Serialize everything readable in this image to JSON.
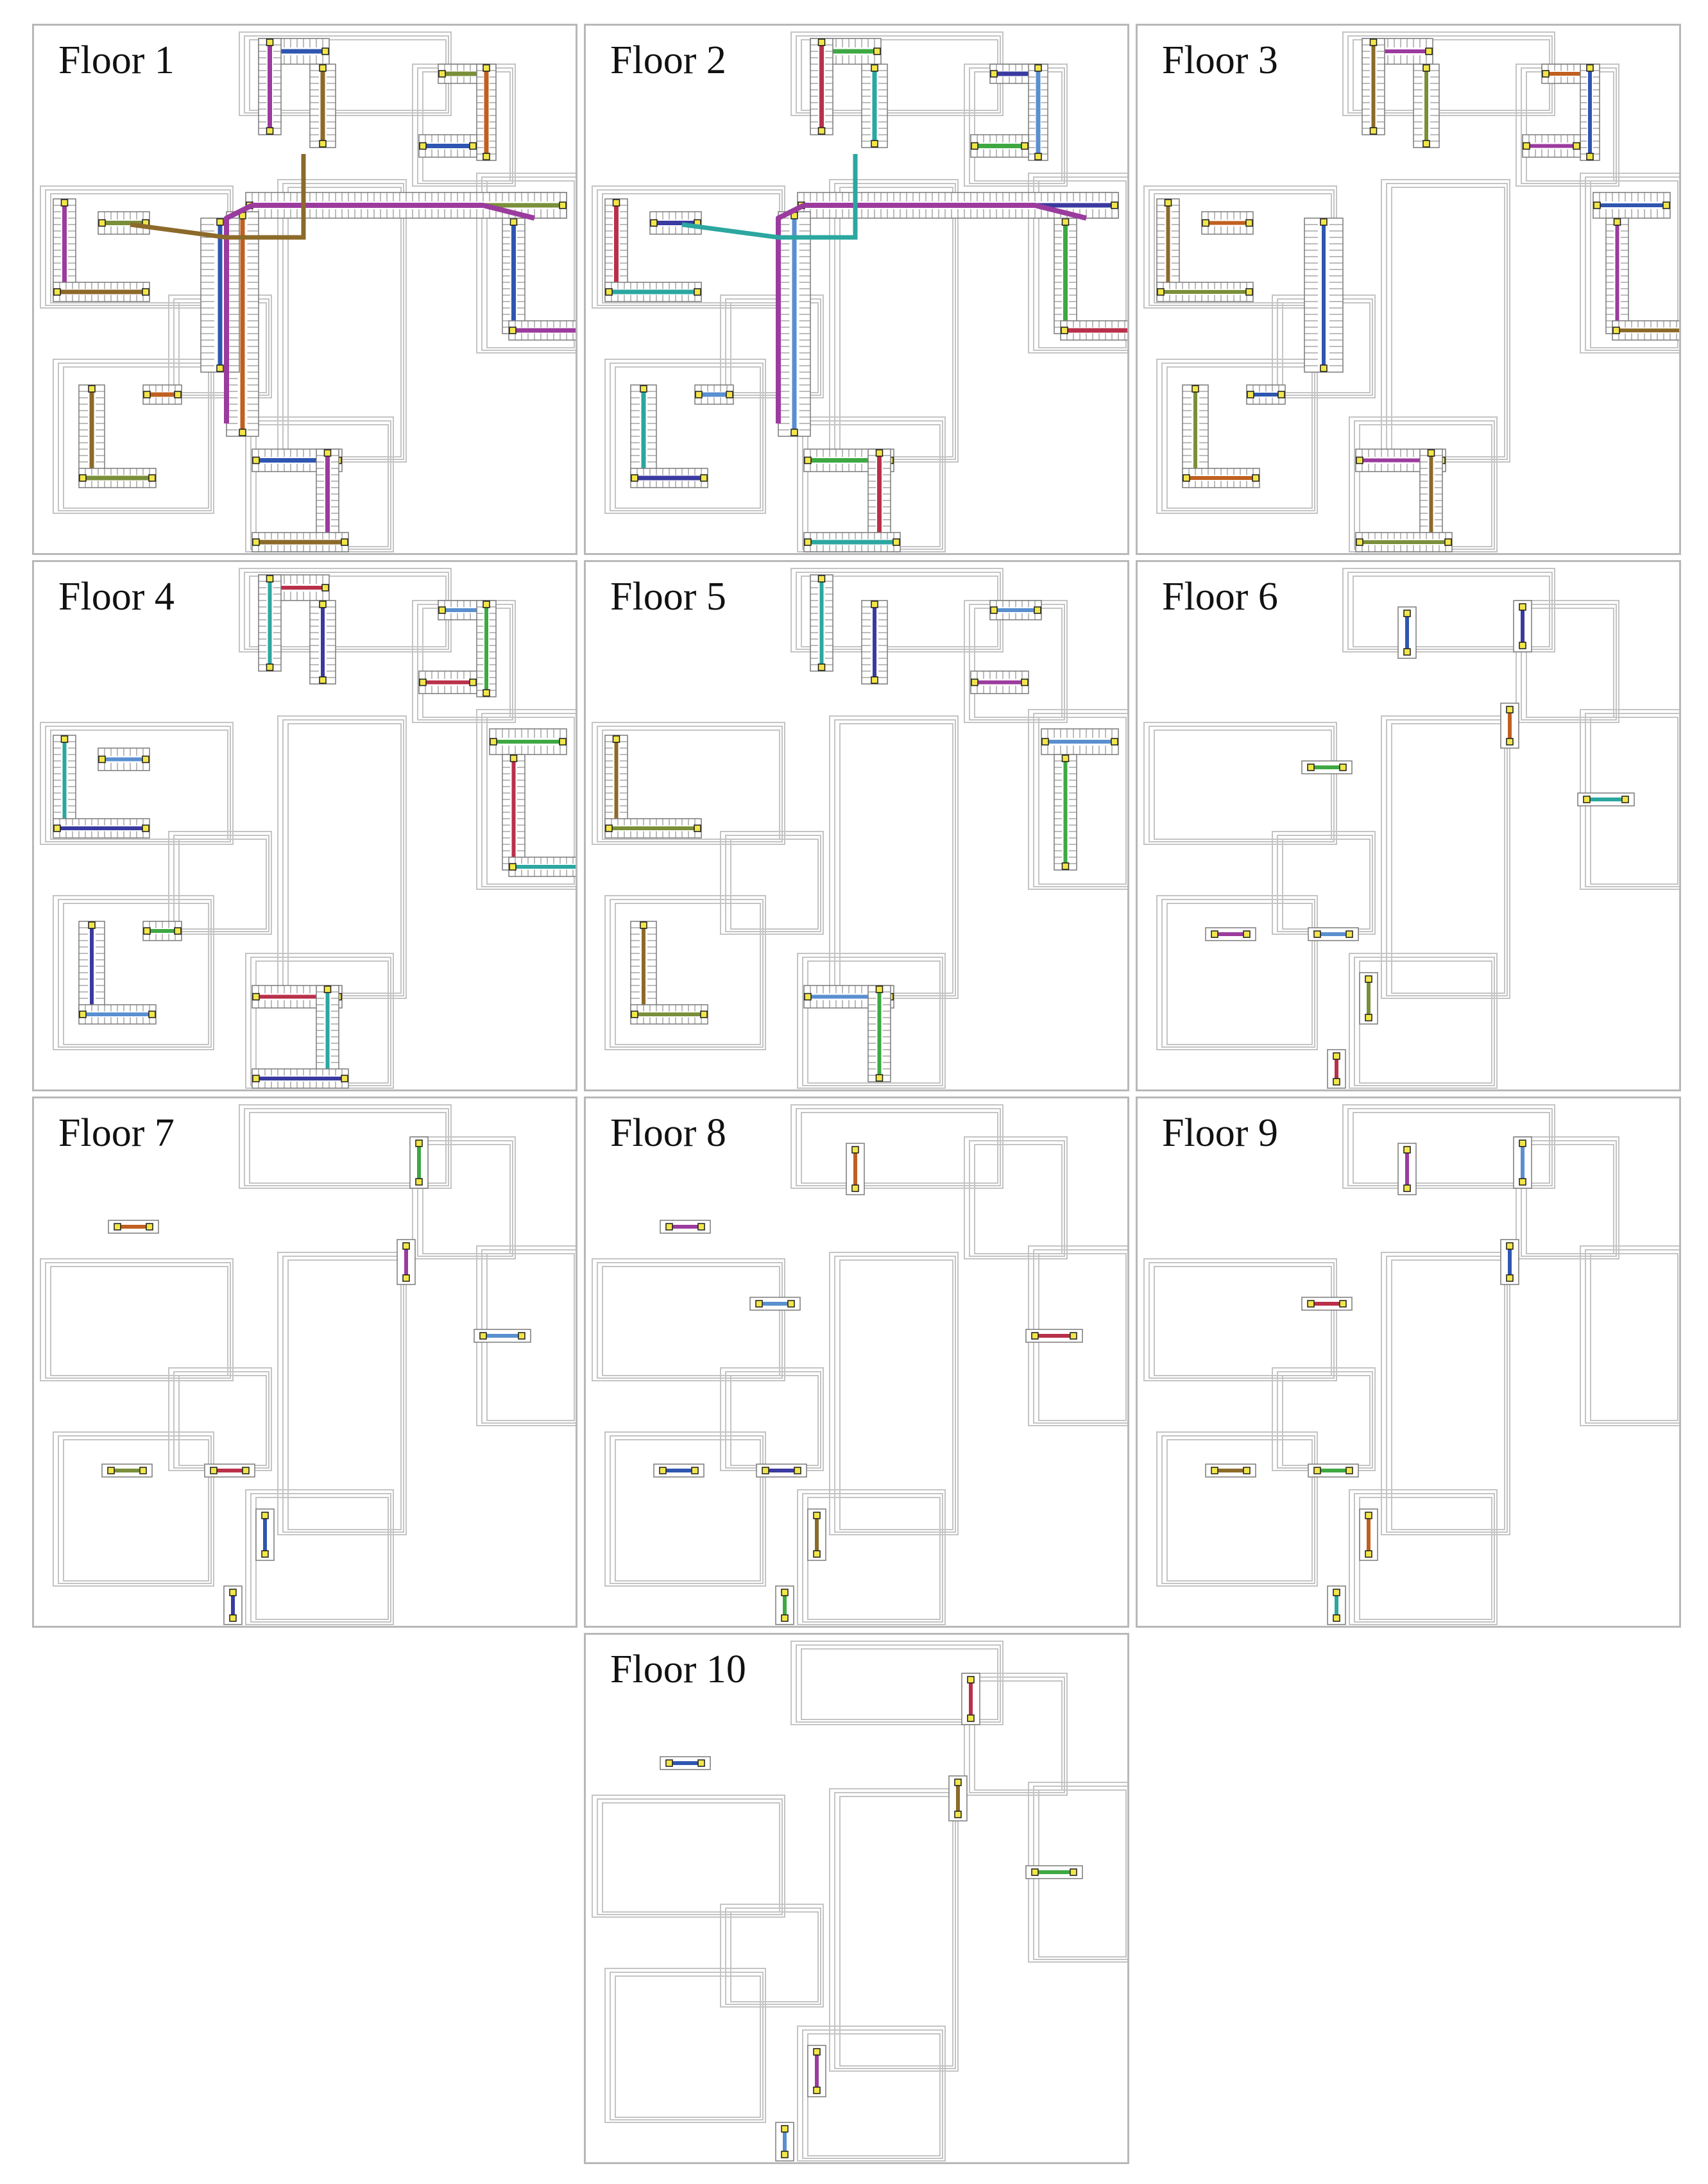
{
  "figure": {
    "panels": [
      {
        "id": "floor-1",
        "label": "Floor 1"
      },
      {
        "id": "floor-2",
        "label": "Floor 2"
      },
      {
        "id": "floor-3",
        "label": "Floor 3"
      },
      {
        "id": "floor-4",
        "label": "Floor 4"
      },
      {
        "id": "floor-5",
        "label": "Floor 5"
      },
      {
        "id": "floor-6",
        "label": "Floor 6"
      },
      {
        "id": "floor-7",
        "label": "Floor 7"
      },
      {
        "id": "floor-8",
        "label": "Floor 8"
      },
      {
        "id": "floor-9",
        "label": "Floor 9"
      },
      {
        "id": "floor-10",
        "label": "Floor 10"
      }
    ],
    "colors": {
      "outline": "#c4c4c4",
      "rooms": "#7a7a7a",
      "node_fill": "#f2e64a",
      "node_stroke": "#1a1a1a",
      "palette": [
        "#2f56b0",
        "#3ea843",
        "#9b3b9e",
        "#b9304a",
        "#8c6a2a",
        "#2ba7a0",
        "#7a8f3a",
        "#3a3aa0",
        "#c06020",
        "#5a8fd0"
      ]
    }
  }
}
